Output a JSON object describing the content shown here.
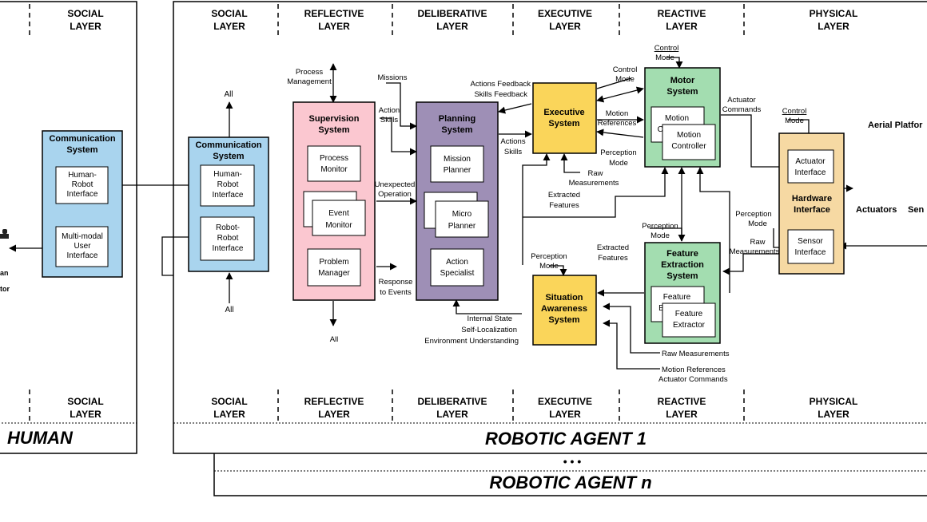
{
  "layer_headers": {
    "social_human": [
      "SOCIAL",
      "LAYER"
    ],
    "social": [
      "SOCIAL",
      "LAYER"
    ],
    "reflective": [
      "REFLECTIVE",
      "LAYER"
    ],
    "deliberative": [
      "DELIBERATIVE",
      "LAYER"
    ],
    "executive": [
      "EXECUTIVE",
      "LAYER"
    ],
    "reactive": [
      "REACTIVE",
      "LAYER"
    ],
    "physical": [
      "PHYSICAL",
      "LAYER"
    ]
  },
  "panels": {
    "human": "HUMAN",
    "agent1": "ROBOTIC AGENT 1",
    "ellipsis": "• • •",
    "agentn": "ROBOTIC AGENT n"
  },
  "human_comm": {
    "title": [
      "Communication",
      "System"
    ],
    "hri": [
      "Human-",
      "Robot",
      "Interface"
    ],
    "mmui": [
      "Multi-modal",
      "User",
      "Interface"
    ],
    "operator_fragment": [
      "an",
      "tor"
    ]
  },
  "agent_comm": {
    "title": [
      "Communication",
      "System"
    ],
    "hri": [
      "Human-",
      "Robot",
      "Interface"
    ],
    "rri": [
      "Robot-",
      "Robot",
      "Interface"
    ],
    "all_top": "All",
    "all_bottom": "All"
  },
  "supervision": {
    "title": [
      "Supervision",
      "System"
    ],
    "process_monitor": [
      "Process",
      "Monitor"
    ],
    "event_monitor": [
      "Event",
      "Monitor"
    ],
    "problem_manager": [
      "Problem",
      "Manager"
    ],
    "process_management": [
      "Process",
      "Management"
    ],
    "all_bottom": "All",
    "unexpected_operation": [
      "Unexpected",
      "Operation"
    ],
    "response_to_events": [
      "Response",
      "to Events"
    ]
  },
  "planning": {
    "title": [
      "Planning",
      "System"
    ],
    "mission_planner": [
      "Mission",
      "Planner"
    ],
    "micro_planner": [
      "Micro",
      "Planner"
    ],
    "action_specialist": [
      "Action",
      "Specialist"
    ],
    "missions": "Missions",
    "action_skills": [
      "Action",
      "Skills"
    ],
    "internal_state": [
      "Internal State",
      "Self-Localization",
      "Environment Understanding"
    ]
  },
  "executive": {
    "title": [
      "Executive",
      "System"
    ],
    "feedback": [
      "Actions Feedback",
      "Skills Feedback"
    ],
    "actions_skills": [
      "Actions",
      "Skills"
    ],
    "raw_measurements": [
      "Raw",
      "Measurements"
    ],
    "extracted_features": [
      "Extracted",
      "Features"
    ]
  },
  "situation": {
    "title": [
      "Situation",
      "Awareness",
      "System"
    ],
    "perception_mode": [
      "Perception",
      "Mode"
    ]
  },
  "motor": {
    "title": [
      "Motor",
      "System"
    ],
    "motion_back": [
      "Motion",
      "Co"
    ],
    "motion_controller": [
      "Motion",
      "Controller"
    ],
    "control_mode_top": [
      "Control",
      "Mode"
    ],
    "control_mode_left": [
      "Control",
      "Mode"
    ],
    "motion_references": [
      "Motion",
      "References"
    ],
    "perception_mode": [
      "Perception",
      "Mode"
    ],
    "actuator_commands": [
      "Actuator",
      "Commands"
    ]
  },
  "feature": {
    "title": [
      "Feature",
      "Extraction",
      "System"
    ],
    "fe_back": [
      "Feature",
      "Ex"
    ],
    "fe_front": [
      "Feature",
      "Extractor"
    ],
    "perception_mode": [
      "Perception",
      "Mode"
    ],
    "extracted_features": [
      "Extracted",
      "Features"
    ],
    "raw_measurements": "Raw Measurements",
    "motion_references": [
      "Motion References",
      "Actuator Commands"
    ]
  },
  "hardware": {
    "title": [
      "Hardware",
      "Interface"
    ],
    "actuator_interface": [
      "Actuator",
      "Interface"
    ],
    "sensor_interface": [
      "Sensor",
      "Interface"
    ],
    "control_mode": [
      "Control",
      "Mode"
    ],
    "perception_mode": [
      "Perception",
      "Mode"
    ],
    "raw_measurements": [
      "Raw",
      "Measurements"
    ],
    "aerial_platform": "Aerial Platfor",
    "actuators": "Actuators",
    "sensors": "Sen"
  },
  "colors": {
    "blue": "#a9d4ee",
    "pink": "#fbc7d0",
    "purple": "#9e8fb6",
    "yellow": "#fad55a",
    "green": "#a3ddb0",
    "tan": "#f6d9a3"
  }
}
